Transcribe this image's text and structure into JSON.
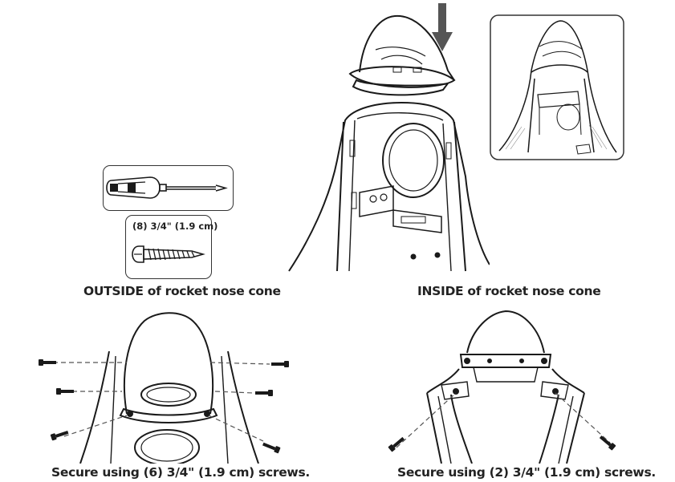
{
  "captions": {
    "outside": "OUTSIDE of rocket nose cone",
    "inside": "INSIDE of rocket nose cone",
    "secure_six": "Secure using (6) 3/4\" (1.9 cm) screws.",
    "secure_two": "Secure using (2) 3/4\" (1.9 cm) screws."
  },
  "hardware": {
    "screw_label": "(8) 3/4\" (1.9 cm)"
  },
  "colors": {
    "line": "#1a1a1a",
    "arrow": "#555555",
    "hatch": "#888888"
  }
}
